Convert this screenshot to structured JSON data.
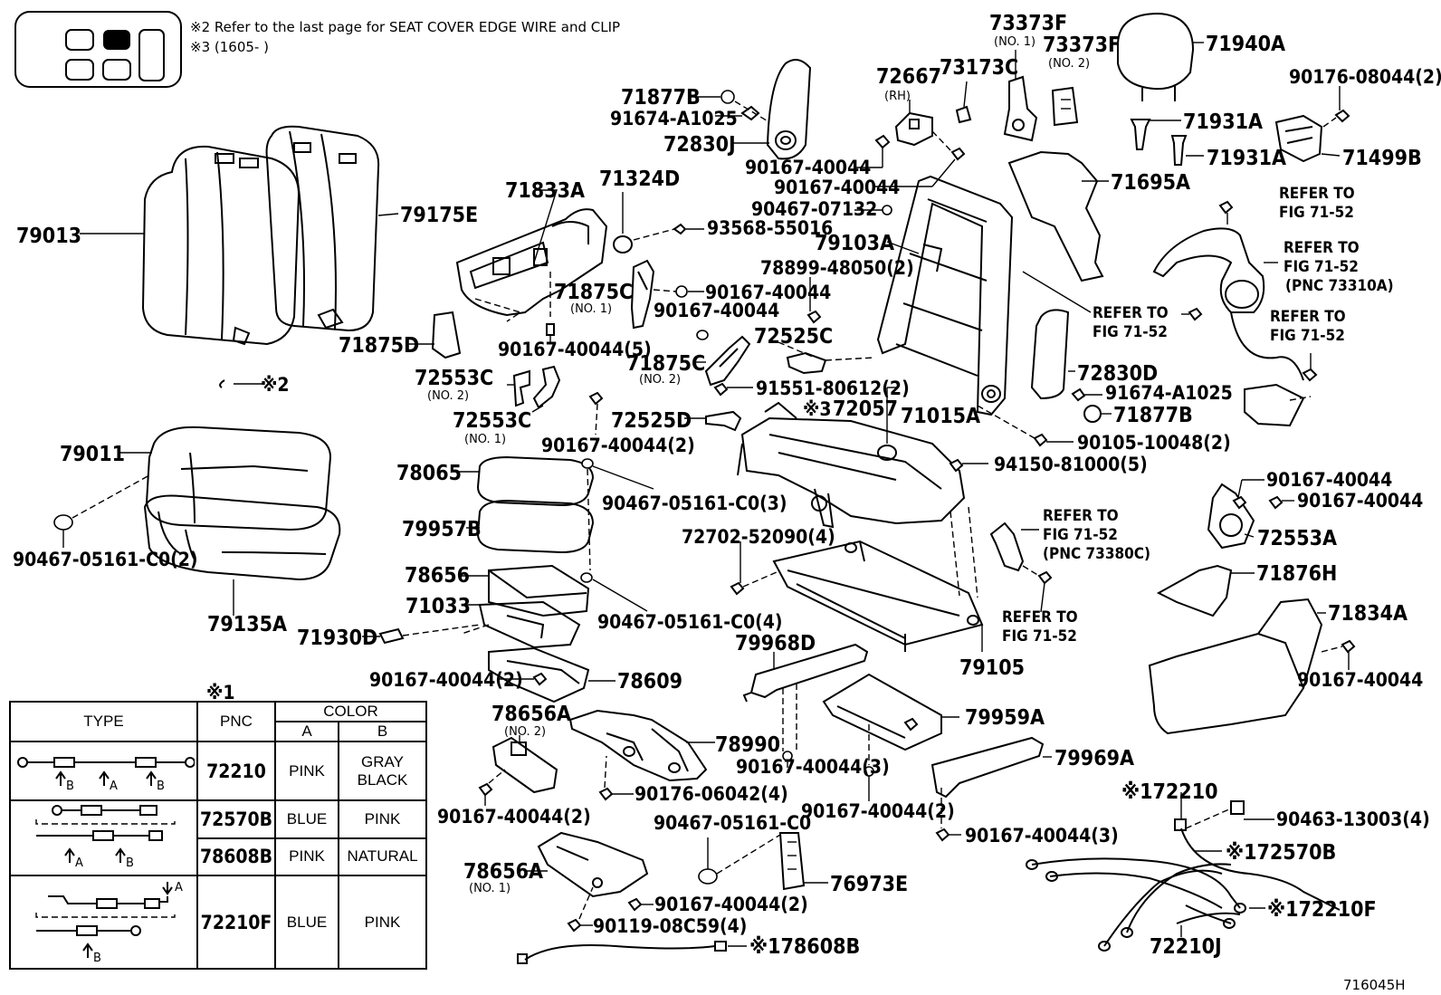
{
  "notes": {
    "note2": "※2 Refer to the last page for SEAT COVER EDGE WIRE and CLIP",
    "note3": "※3 (1605-         )",
    "marker2": "※2",
    "marker3": "※3",
    "marker1": "※1"
  },
  "labels": {
    "p79013": "79013",
    "p79175E": "79175E",
    "p71833A": "71833A",
    "p71324D": "71324D",
    "p93568_55016": "93568-55016",
    "p71877B_top": "71877B",
    "p91674_A1025_top": "91674-A1025",
    "p72830J": "72830J",
    "p72667": "72667",
    "rh": "(RH)",
    "p73173C": "73173C",
    "p73373F_1": "73373F",
    "no1_a": "(NO. 1)",
    "p73373F_2": "73373F",
    "no2_a": "(NO. 2)",
    "p71940A": "71940A",
    "p90176_08044": "90176-08044(2)",
    "p71931A_1": "71931A",
    "p71931A_2": "71931A",
    "p71499B": "71499B",
    "p90167_40044_a": "90167-40044",
    "p90167_40044_b": "90167-40044",
    "p90467_07132": "90467-07132",
    "p71695A": "71695A",
    "p79103A": "79103A",
    "p78899_48050": "78899-48050(2)",
    "refer1a": "REFER TO",
    "refer1b": "FIG 71-52",
    "refer2a": "REFER TO",
    "refer2b": "FIG 71-52",
    "refer2c": "(PNC 73310A)",
    "refer3a": "REFER TO",
    "refer3b": "FIG 71-52",
    "refer4a": "REFER TO",
    "refer4b": "FIG 71-52",
    "p71875C_1": "71875C",
    "no1_b": "(NO. 1)",
    "p90167_40044_c": "90167-40044",
    "p90167_40044_d": "90167-40044",
    "p71875D": "71875D",
    "p90167_40044_5": "90167-40044(5)",
    "p71875C_2": "71875C",
    "no2_b": "(NO. 2)",
    "p72525C": "72525C",
    "p72830D": "72830D",
    "p91674_A1025_b": "91674-A1025",
    "p71877B_b": "71877B",
    "p91551_80612": "91551-80612(2)",
    "p72057": "72057",
    "p71015A": "71015A",
    "p72553C_2": "72553C",
    "no2_c": "(NO. 2)",
    "p72553C_1": "72553C",
    "no1_c": "(NO. 1)",
    "p90167_40044_2a": "90167-40044(2)",
    "p72525D": "72525D",
    "p90105_10048": "90105-10048(2)",
    "p94150_81000": "94150-81000(5)",
    "p79011": "79011",
    "p78065": "78065",
    "p90467_05161_C0_3": "90467-05161-C0(3)",
    "p79957B": "79957B",
    "p90467_05161_C0_2": "90467-05161-C0(2)",
    "p79135A": "79135A",
    "p72702_52090": "72702-52090(4)",
    "refer5a": "REFER TO",
    "refer5b": "FIG 71-52",
    "refer5c": "(PNC 73380C)",
    "p90167_40044_e": "90167-40044",
    "p90167_40044_f": "90167-40044",
    "p72553A": "72553A",
    "p71876H": "71876H",
    "p78656": "78656",
    "p71033": "71033",
    "p90467_05161_C0_4": "90467-05161-C0(4)",
    "p71930D": "71930D",
    "refer6a": "REFER TO",
    "refer6b": "FIG 71-52",
    "p79105": "79105",
    "p71834A": "71834A",
    "p90167_40044_g": "90167-40044",
    "p79968D": "79968D",
    "p90167_40044_2b": "90167-40044(2)",
    "p78609": "78609",
    "p78656A_2": "78656A",
    "no2_d": "(NO. 2)",
    "p78990": "78990",
    "p79959A": "79959A",
    "p90167_40044_3a": "90167-40044(3)",
    "p79969A": "79969A",
    "p90176_06042": "90176-06042(4)",
    "p90167_40044_2c": "90167-40044(2)",
    "p90167_40044_2d": "90167-40044(2)",
    "p90167_40044_3b": "90167-40044(3)",
    "p72210_s": "※172210",
    "p90463_13003": "90463-13003(4)",
    "p72570B_s": "※172570B",
    "p90467_05161_C0": "90467-05161-C0",
    "p78656A_1": "78656A",
    "no1_d": "(NO. 1)",
    "p76973E": "76973E",
    "p90167_40044_2e": "90167-40044(2)",
    "p72210F_s": "※172210F",
    "p90119_08C59": "90119-08C59(4)",
    "p78608B_s": "※178608B",
    "p72210J": "72210J",
    "fig_code": "716045H"
  },
  "legend": {
    "headers": {
      "type": "TYPE",
      "pnc": "PNC",
      "color": "COLOR",
      "a": "A",
      "b": "B"
    },
    "rows": [
      {
        "pnc": "72210",
        "a": "PINK",
        "b1": "GRAY",
        "b2": "BLACK"
      },
      {
        "pnc": "72570B",
        "a": "BLUE",
        "b1": "PINK",
        "b2": ""
      },
      {
        "pnc": "78608B",
        "a": "PINK",
        "b1": "NATURAL",
        "b2": ""
      },
      {
        "pnc": "72210F",
        "a": "BLUE",
        "b1": "PINK",
        "b2": ""
      }
    ],
    "arrows": {
      "a": "A",
      "b": "B"
    }
  }
}
